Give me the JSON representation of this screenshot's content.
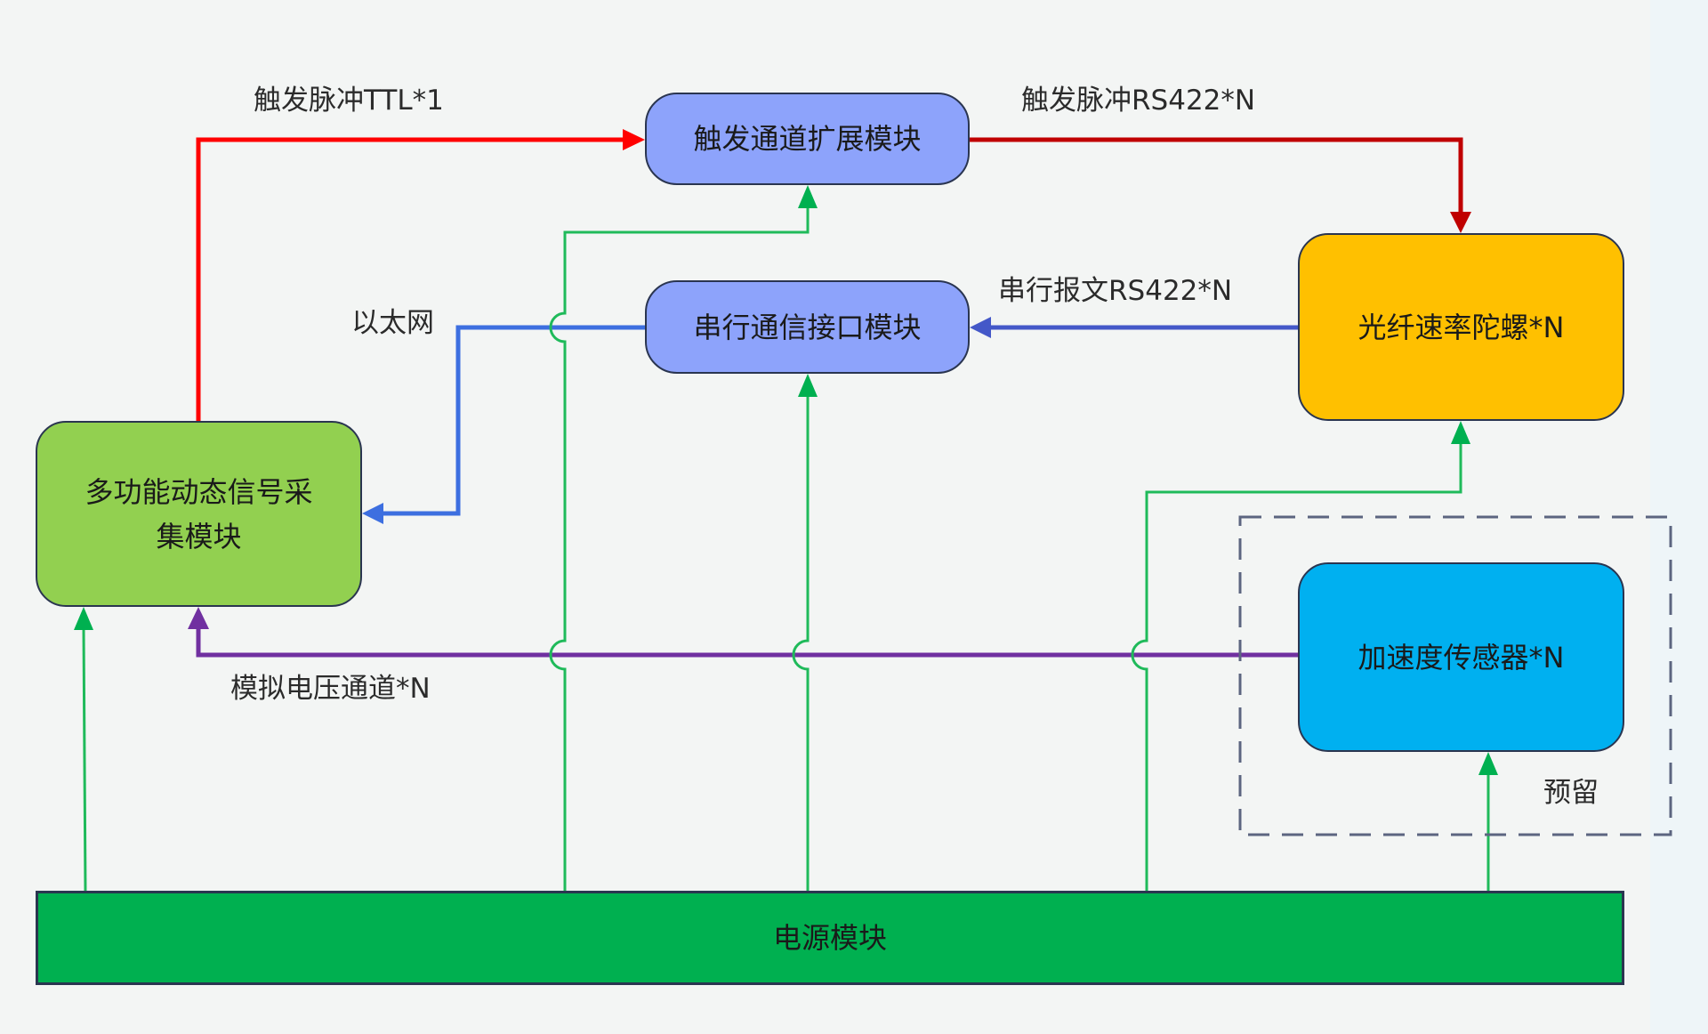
{
  "diagram": {
    "nodes": {
      "trigger_expansion": {
        "label": "触发通道扩展模块",
        "color": "#8da3fb"
      },
      "serial_interface": {
        "label": "串行通信接口模块",
        "color": "#8da3fb"
      },
      "fiber_gyro": {
        "label": "光纤速率陀螺*N",
        "color": "#ffc000"
      },
      "acquisition": {
        "label_line1": "多功能动态信号采",
        "label_line2": "集模块",
        "color": "#92d050"
      },
      "accelerometer": {
        "label": "加速度传感器*N",
        "color": "#00b0f0"
      },
      "power": {
        "label": "电源模块",
        "color": "#00b050"
      }
    },
    "group": {
      "label": "预留",
      "style": "dashed"
    },
    "edges": {
      "ttl_trigger": {
        "label": "触发脉冲TTL*1",
        "from": "acquisition",
        "to": "trigger_expansion",
        "color": "#ff0000"
      },
      "rs422_trigger": {
        "label": "触发脉冲RS422*N",
        "from": "trigger_expansion",
        "to": "fiber_gyro",
        "color": "#c00000"
      },
      "ethernet": {
        "label": "以太网",
        "from": "serial_interface",
        "to": "acquisition",
        "color": "#3d6fe0"
      },
      "rs422_serial": {
        "label": "串行报文RS422*N",
        "from": "fiber_gyro",
        "to": "serial_interface",
        "color": "#4458c8"
      },
      "analog_voltage": {
        "label": "模拟电压通道*N",
        "from": "accelerometer",
        "to": "acquisition",
        "color": "#7030a0"
      },
      "power_lines": {
        "from": "power",
        "to": [
          "acquisition",
          "trigger_expansion",
          "serial_interface",
          "fiber_gyro",
          "accelerometer"
        ],
        "color": "#1fba5a"
      }
    }
  }
}
